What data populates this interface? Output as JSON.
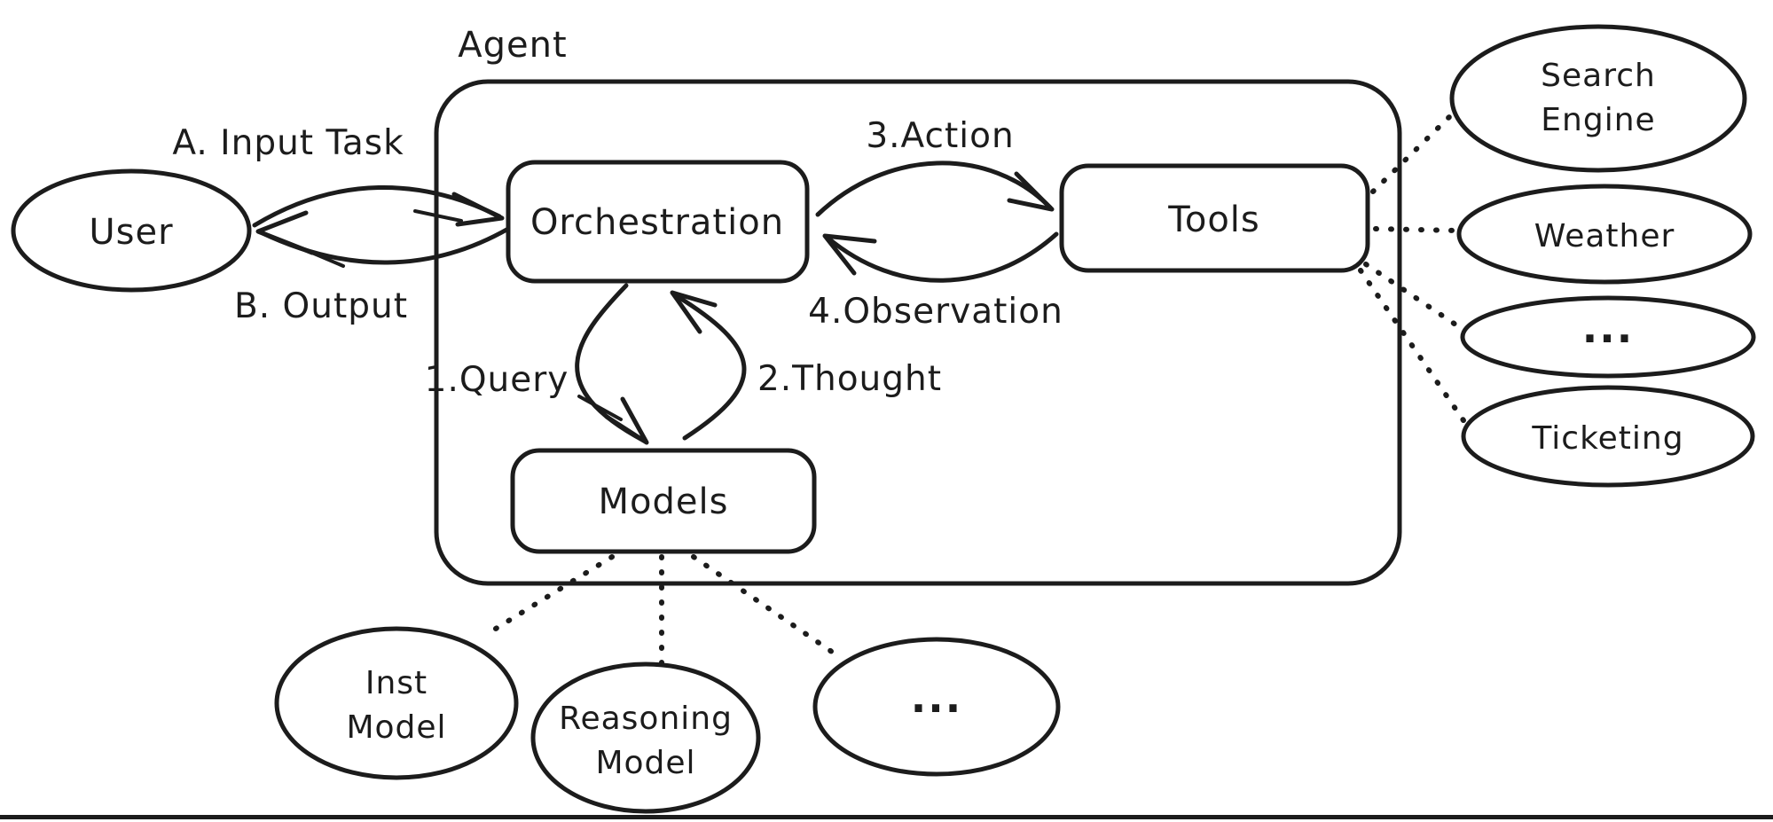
{
  "diagram": {
    "container_label": "Agent",
    "nodes": {
      "user": {
        "label": "User"
      },
      "orchestration": {
        "label": "Orchestration"
      },
      "tools": {
        "label": "Tools"
      },
      "models": {
        "label": "Models"
      },
      "search_engine": {
        "label": "Search Engine",
        "line1": "Search",
        "line2": "Engine"
      },
      "weather": {
        "label": "Weather"
      },
      "tools_more": {
        "label": "..."
      },
      "ticketing": {
        "label": "Ticketing"
      },
      "inst_model": {
        "label": "Inst Model",
        "line1": "Inst",
        "line2": "Model"
      },
      "reasoning_model": {
        "label": "Reasoning Model",
        "line1": "Reasoning",
        "line2": "Model"
      },
      "models_more": {
        "label": "..."
      }
    },
    "edges": {
      "input_task": {
        "label": "A. Input Task"
      },
      "output": {
        "label": "B. Output"
      },
      "query": {
        "label": "1.Query"
      },
      "thought": {
        "label": "2.Thought"
      },
      "action": {
        "label": "3.Action"
      },
      "observation": {
        "label": "4.Observation"
      }
    },
    "colors": {
      "stroke": "#1c1c1c",
      "background": "#ffffff"
    }
  }
}
